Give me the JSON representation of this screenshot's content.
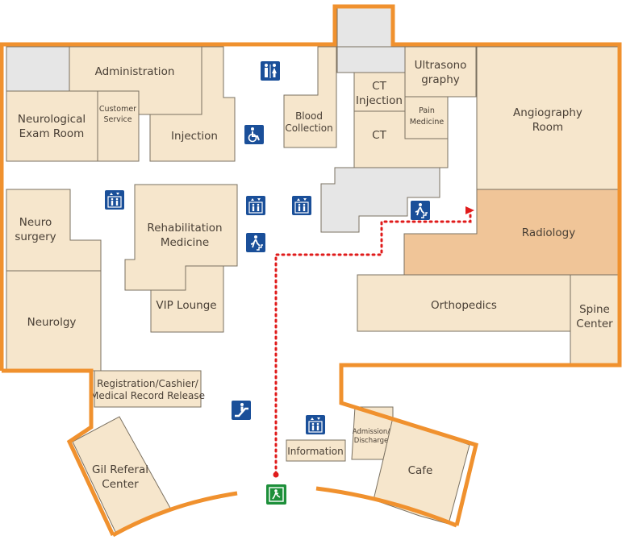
{
  "rooms": {
    "administration": "Administration",
    "neurological_exam_1": "Neurological",
    "neurological_exam_2": "Exam Room",
    "customer_service_1": "Customer",
    "customer_service_2": "Service",
    "injection": "Injection",
    "blood_collection_1": "Blood",
    "blood_collection_2": "Collection",
    "ct_injection_1": "CT",
    "ct_injection_2": "Injection",
    "ct": "CT",
    "ultrasonography_1": "Ultrasono",
    "ultrasonography_2": "graphy",
    "pain_medicine_1": "Pain",
    "pain_medicine_2": "Medicine",
    "angiography_1": "Angiography",
    "angiography_2": "Room",
    "neurosurgery_1": "Neuro",
    "neurosurgery_2": "surgery",
    "rehabilitation_1": "Rehabilitation",
    "rehabilitation_2": "Medicine",
    "radiology": "Radiology",
    "vip_lounge": "VIP Lounge",
    "neurology": "Neurolgy",
    "orthopedics": "Orthopedics",
    "spine_center_1": "Spine",
    "spine_center_2": "Center",
    "registration_1": "Registration/Cashier/",
    "registration_2": "Medical Record Release",
    "gil_referal_1": "Gil Referal",
    "gil_referal_2": "Center",
    "information": "Information",
    "admission_1": "Admission/",
    "admission_2": "Discharge",
    "cafe": "Cafe"
  },
  "icons": {
    "restroom": "restroom-icon",
    "accessible": "wheelchair-icon",
    "elevator": "elevator-icon",
    "stairs": "stairs-icon",
    "escalator": "escalator-icon",
    "exit": "exit-icon"
  },
  "colors": {
    "wall": "#f0912e",
    "room": "#f6e6cc",
    "highlight_room": "#f0c598",
    "icon": "#1a4f99",
    "exit": "#1d8f3a",
    "route": "#e01b1b"
  }
}
